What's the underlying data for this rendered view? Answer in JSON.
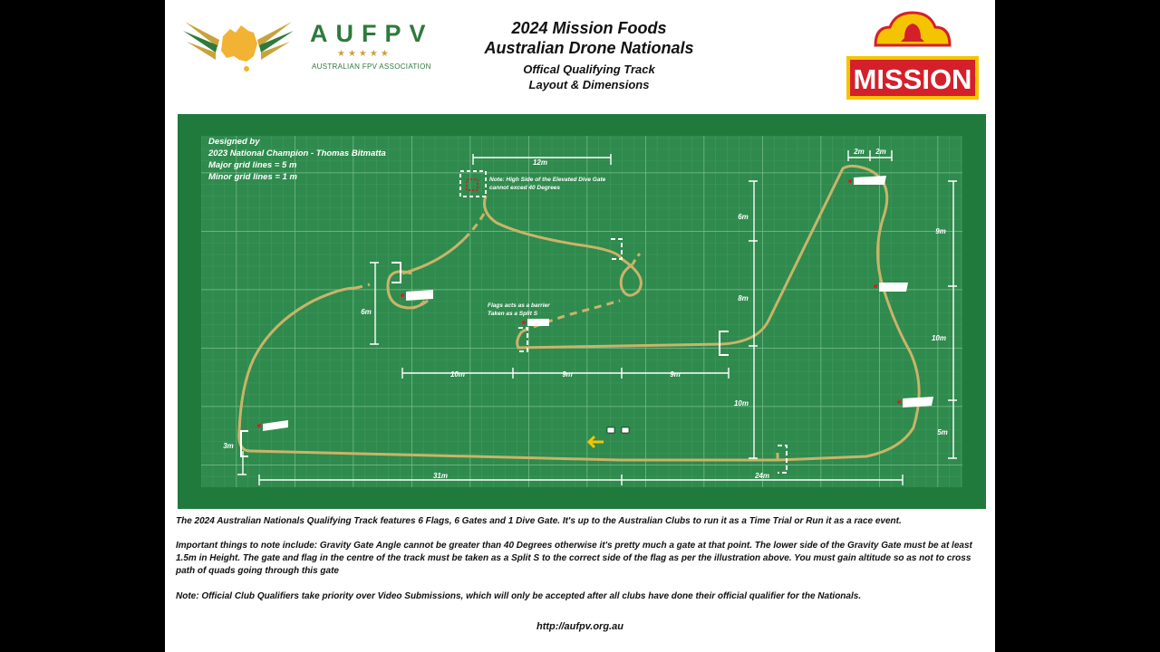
{
  "header": {
    "org_name": "AUFPV",
    "org_stars": "★★★★★",
    "org_sub": "AUSTRALIAN FPV ASSOCIATION",
    "title_line1": "2024 Mission Foods",
    "title_line2": "Australian Drone Nationals",
    "title_line3": "Offical Qualifying Track",
    "title_line4": "Layout & Dimensions",
    "sponsor": "MISSION"
  },
  "track": {
    "credit_line1": "Designed by",
    "credit_line2": "2023 National Champion - Thomas Bitmatta",
    "credit_line3": "Major grid lines = 5 m",
    "credit_line4": "Minor grid lines = 1 m",
    "note_dive": "Note: High Side of the Elevated Dive Gate",
    "note_dive2": "cannot exced 40 Degrees",
    "note_flag": "Flags acts as a barrier",
    "note_flag2": "Taken as a Split S",
    "dims": {
      "d12m": "12m",
      "d2m_a": "2m",
      "d2m_b": "2m",
      "d6m_right": "6m",
      "d8m": "8m",
      "d10m_mid": "10m",
      "d9m_right": "9m",
      "d10m_right": "10m",
      "d5m": "5m",
      "d6m_left": "6m",
      "d3m": "3m",
      "d10m_bottom": "10m",
      "d9m_a": "9m",
      "d9m_b": "9m",
      "d31m": "31m",
      "d24m": "24m"
    }
  },
  "footer": {
    "p1": "The 2024 Australian Nationals Qualifying Track features 6 Flags, 6 Gates and 1 Dive Gate. It's up to the Australian Clubs to run it as a Time Trial or Run it as a race event.",
    "p2": "Important things to note include: Gravity Gate Angle cannot be greater than 40 Degrees otherwise it's pretty much a gate at that point. The lower side of the Gravity Gate must be at least 1.5m in Height. The gate and flag in the centre of the track must be taken as a Split S to the correct side of the flag as per the illustration above. You must gain altitude so as not to cross path of quads going through this gate",
    "p3": "Note: Official Club Qualifiers take priority over Video Submissions, which will only be accepted after all clubs have done their official qualifier for the Nationals.",
    "url": "http://aufpv.org.au"
  },
  "colors": {
    "grass": "#1f7a3c",
    "grid_panel": "#2f8a4d",
    "path": "#c9b46a",
    "brand_red": "#d4202a",
    "brand_yellow": "#f5c400",
    "brand_green": "#2e7a3c"
  }
}
